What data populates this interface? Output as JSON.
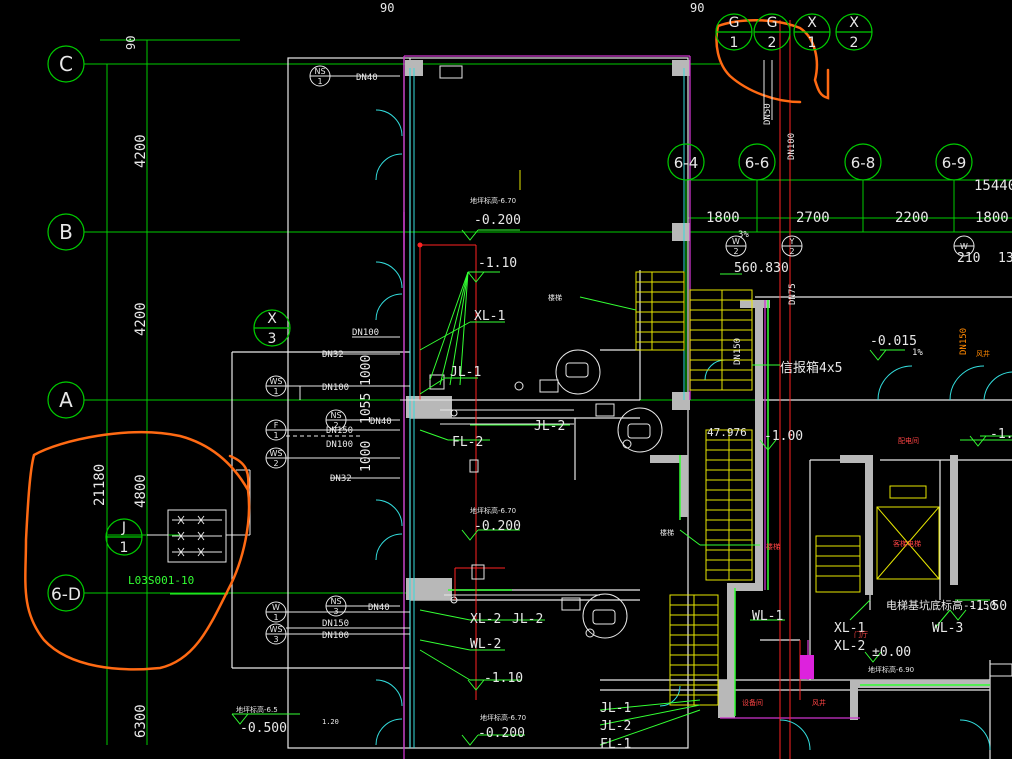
{
  "grid_bubbles": {
    "c": "C",
    "b": "B",
    "a": "A",
    "six_d": "6-D",
    "j1_top": "J",
    "j1_bot": "1",
    "x3_top": "X",
    "x3_bot": "3",
    "six_four": "6-4",
    "six_six": "6-6",
    "six_eight": "6-8",
    "six_nine": "6-9",
    "top_g1_top": "G",
    "top_g1_bot": "1",
    "top_g2_top": "G",
    "top_g2_bot": "2",
    "top_x1_top": "X",
    "top_x1_bot": "1",
    "top_x2_top": "X",
    "top_x2_bot": "2"
  },
  "dims": {
    "top_90_left": "90",
    "top_90_right": "90",
    "left_90": "90",
    "d4200_top": "4200",
    "d4200_mid": "4200",
    "d4800": "4800",
    "d21180": "21180",
    "d6300": "6300",
    "d15440": "15440",
    "d1800_a": "1800",
    "d2700": "2700",
    "d2200": "2200",
    "d1800_b": "1800",
    "d210": "210",
    "d13": "13",
    "d1000_a": "1000",
    "d1055": "1055",
    "d1000_b": "1000"
  },
  "pipe_tags": {
    "ns1_top": "NS",
    "ns1_bot": "1",
    "ws1_top": "WS",
    "ws1_bot": "1",
    "f1_top": "F",
    "f1_bot": "1",
    "ns2_top": "NS",
    "ns2_bot": "2",
    "ws2_top": "WS",
    "ws2_bot": "2",
    "w1_top": "W",
    "w1_bot": "1",
    "ns3_top": "NS",
    "ns3_bot": "3",
    "ws3_top": "WS",
    "ws3_bot": "3",
    "w2_top": "W",
    "w2_bot": "2",
    "y2_top": "Y",
    "y2_bot": "2",
    "w_r_top": "W"
  },
  "pipe_sizes": {
    "dn40_a": "DN40",
    "dn100_a": "DN100",
    "dn32_a": "DN32",
    "dn100_b": "DN100",
    "dn40_b": "DN40",
    "dn150_a": "DN150",
    "dn100_c": "DN100",
    "dn32_b": "DN32",
    "dn40_c": "DN40",
    "dn150_b": "DN150",
    "dn100_d": "DN100",
    "dn150_v": "DN150",
    "dn100_v": "DN100",
    "dn50_v": "DN50",
    "dn75_v": "DN75",
    "dn150_v2": "DN150"
  },
  "elevations": {
    "e_0200_a": "-0.200",
    "e_110_a": "-1.10",
    "e_0200_b": "-0.200",
    "e_110_b": "-1.10",
    "e_0200_c": "-0.200",
    "e_0500": "-0.500",
    "e_0015": "-0.015",
    "e_100": "-1.00",
    "e_150": "-1.50",
    "e_10": "-1.0",
    "e_000": "±0.00",
    "e_560": "560.830",
    "e_4797": "47.976"
  },
  "labels": {
    "xl1_a": "XL-1",
    "jl1_a": "JL-1",
    "jl2_a": "JL-2",
    "fl2_a": "FL-2",
    "xl2_b": "XL-2",
    "jl2_b": "JL-2",
    "wl2_b": "WL-2",
    "jl1_c": "JL-1",
    "jl2_c": "JL-2",
    "fl1_c": "FL-1",
    "wl1": "WL-1",
    "xl1_d": "XL-1",
    "xl2_d": "XL-2",
    "wl3": "WL-3",
    "l03": "L03S001-10",
    "pct_3": "3%",
    "pct_1": "1%",
    "box4x5": "信报箱4x5",
    "elev_note": "电梯基坑底标高-1.50",
    "room_a": "设备间",
    "room_b": "风井",
    "lbl_stair": "楼梯",
    "tiny_dn": "地坪标高-6.70",
    "tiny_dn2": "地坪标高-6.90",
    "tiny_dn3": "地坪标高-6.5",
    "pump_room": "配电间",
    "elevator": "客梯电梯",
    "door_note": "门厅",
    "small_120": "1.20"
  }
}
